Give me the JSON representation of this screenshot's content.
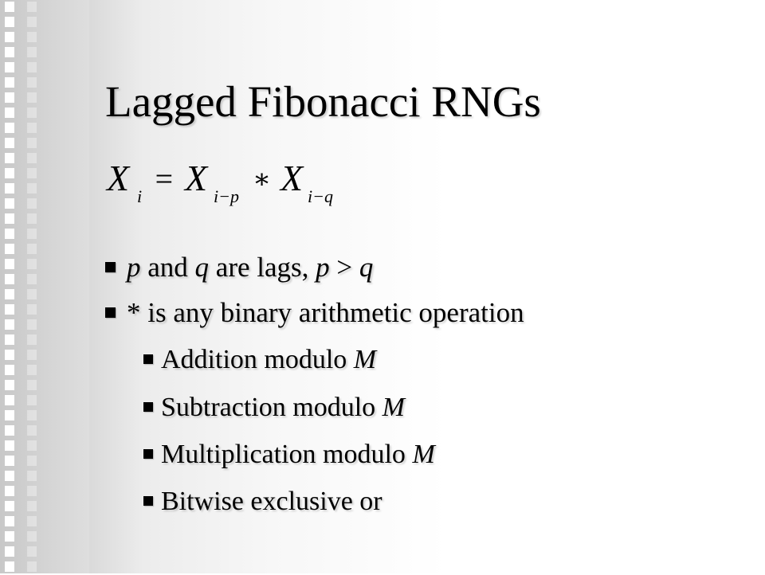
{
  "slide": {
    "title": "Lagged Fibonacci RNGs",
    "formula": {
      "lhs": "X",
      "lhs_sub": "i",
      "equals": "=",
      "term1": "X",
      "term1_sub": "i−p",
      "operator": "∗",
      "term2": "X",
      "term2_sub": "i−q"
    },
    "bullets": [
      {
        "level": 1,
        "parts": [
          {
            "text": "p",
            "italic": true
          },
          {
            "text": " and ",
            "italic": false
          },
          {
            "text": "q",
            "italic": true
          },
          {
            "text": " are lags, ",
            "italic": false
          },
          {
            "text": "p",
            "italic": true
          },
          {
            "text": " > ",
            "italic": false
          },
          {
            "text": "q",
            "italic": true
          }
        ]
      },
      {
        "level": 1,
        "parts": [
          {
            "text": "* is any binary arithmetic operation",
            "italic": false
          }
        ]
      },
      {
        "level": 2,
        "parts": [
          {
            "text": "Addition modulo ",
            "italic": false
          },
          {
            "text": "M",
            "italic": true
          }
        ]
      },
      {
        "level": 2,
        "parts": [
          {
            "text": "Subtraction modulo ",
            "italic": false
          },
          {
            "text": "M",
            "italic": true
          }
        ]
      },
      {
        "level": 2,
        "parts": [
          {
            "text": "Multiplication modulo ",
            "italic": false
          },
          {
            "text": "M",
            "italic": true
          }
        ]
      },
      {
        "level": 2,
        "parts": [
          {
            "text": "Bitwise exclusive or",
            "italic": false
          }
        ]
      }
    ]
  }
}
